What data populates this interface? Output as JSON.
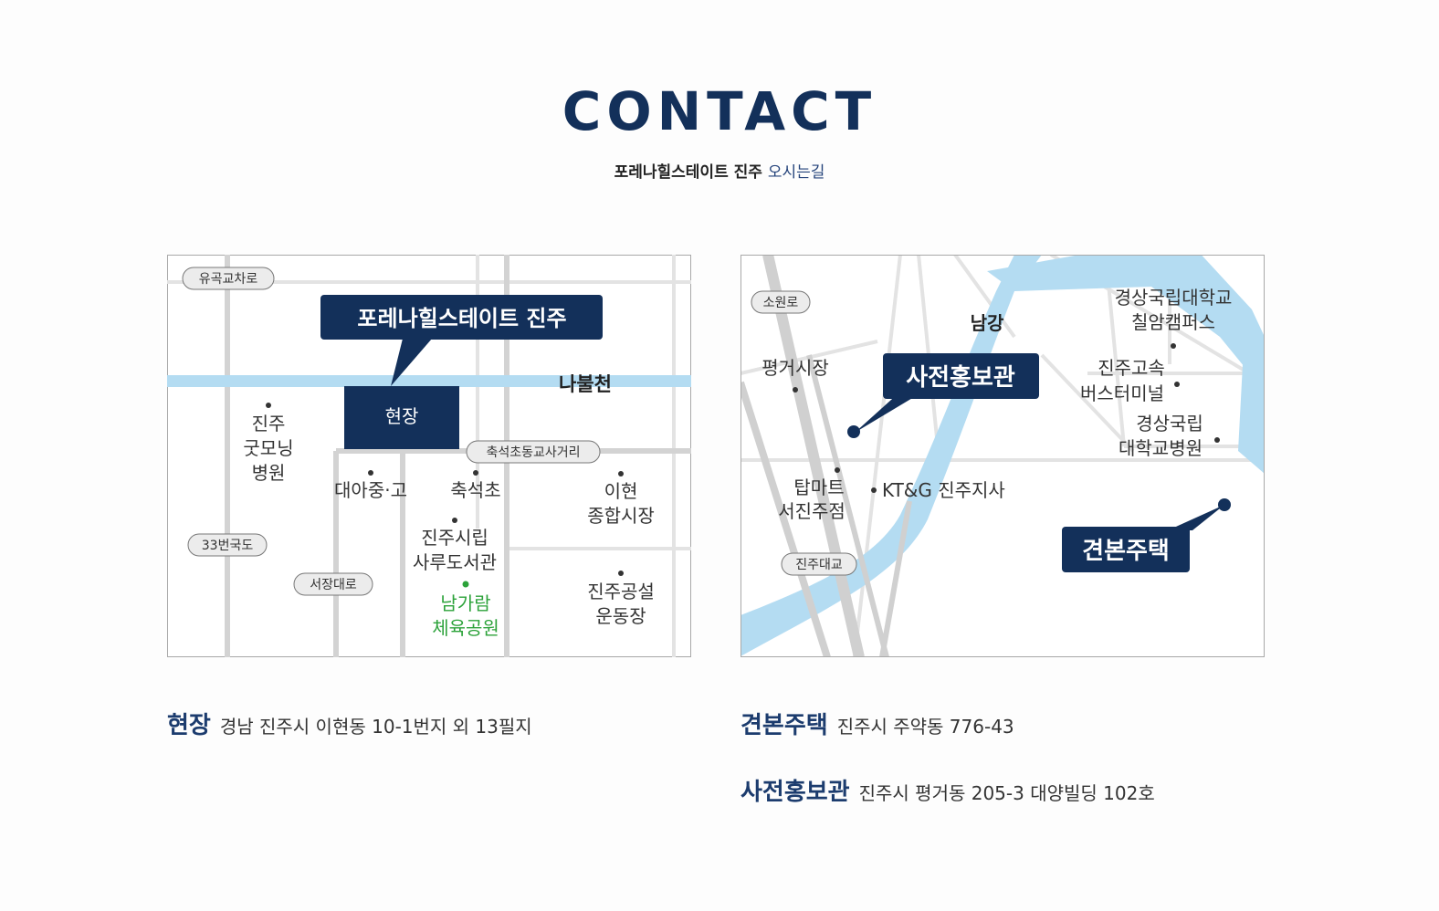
{
  "header": {
    "title": "CONTACT",
    "subtitle_main": "포레나힐스테이트 진주",
    "subtitle_accent": "오시는길"
  },
  "colors": {
    "navy": "#13305a",
    "river": "#b4dcf2",
    "road": "#d6d6d6",
    "green": "#2ca23a"
  },
  "map1": {
    "callout": "포레나힐스테이트 진주",
    "site": "현장",
    "stream": "나불천",
    "roads": [
      "유곡교차로",
      "축석초동교사거리",
      "33번국도",
      "서장대로"
    ],
    "places": {
      "hospital": [
        "진주",
        "굿모닝",
        "병원"
      ],
      "school": "대아중·고",
      "elementary": "축석초",
      "market": [
        "이현",
        "종합시장"
      ],
      "library": [
        "진주시립",
        "사루도서관"
      ],
      "park": [
        "남가람",
        "체육공원"
      ],
      "stadium": [
        "진주공설",
        "운동장"
      ]
    }
  },
  "map2": {
    "callout_promo": "사전홍보관",
    "callout_house": "견본주택",
    "river": "남강",
    "roads": [
      "소원로",
      "진주대교"
    ],
    "places": {
      "market": "평거시장",
      "univ": [
        "경상국립대학교",
        "칠암캠퍼스"
      ],
      "terminal": [
        "진주고속",
        "버스터미널"
      ],
      "hospital": [
        "경상국립",
        "대학교병원"
      ],
      "mart": [
        "탑마트",
        "서진주점"
      ],
      "ktg": "KT&G 진주지사"
    }
  },
  "addresses": {
    "site_label": "현장",
    "site_text": "경남 진주시 이현동 10-1번지 외 13필지",
    "house_label": "견본주택",
    "house_text": "진주시 주약동 776-43",
    "promo_label": "사전홍보관",
    "promo_text": "진주시 평거동 205-3 대양빌딩 102호"
  }
}
